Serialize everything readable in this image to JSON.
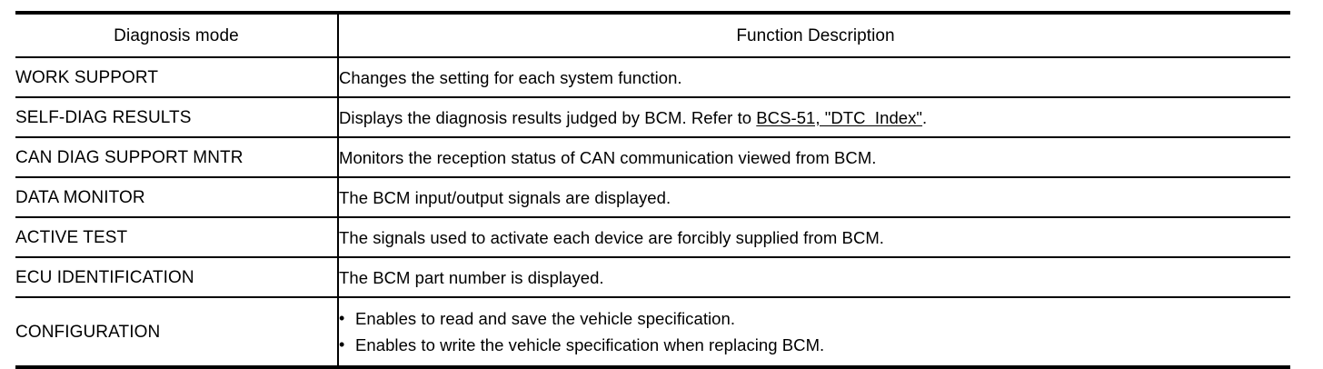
{
  "table": {
    "columns": [
      {
        "key": "mode",
        "header": "Diagnosis mode"
      },
      {
        "key": "description",
        "header": "Function Description"
      }
    ],
    "rows": [
      {
        "mode": "WORK SUPPORT",
        "description": "Changes the setting for each system function."
      },
      {
        "mode": "SELF-DIAG RESULTS",
        "description_before": "Displays the diagnosis results judged by BCM. Refer to ",
        "description_link": "BCS-51, \"DTC  Index\"",
        "description_after": "."
      },
      {
        "mode": "CAN DIAG SUPPORT MNTR",
        "description": "Monitors the reception status of CAN communication viewed from BCM."
      },
      {
        "mode": "DATA MONITOR",
        "description": "The BCM input/output signals are displayed."
      },
      {
        "mode": "ACTIVE TEST",
        "description": "The signals used to activate each device are forcibly supplied from BCM."
      },
      {
        "mode": "ECU IDENTIFICATION",
        "description": "The BCM part number is displayed."
      },
      {
        "mode": "CONFIGURATION",
        "bullet_marker": "•",
        "bullets": [
          "Enables to read and save the vehicle specification.",
          "Enables to write the vehicle specification when replacing BCM."
        ]
      }
    ]
  },
  "colors": {
    "rule": "#000000",
    "text": "#000000",
    "background": "#ffffff"
  }
}
